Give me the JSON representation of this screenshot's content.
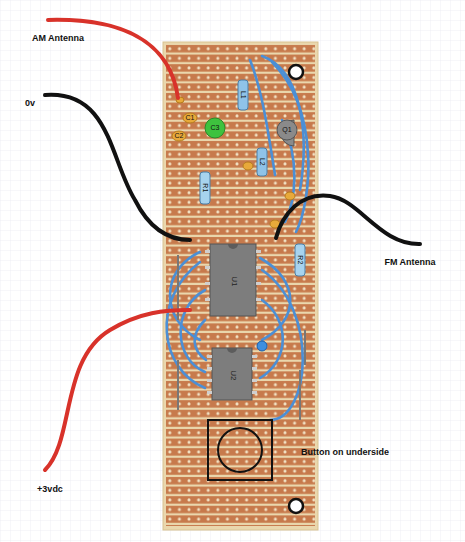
{
  "diagram": {
    "labels": [
      "AM Antenna",
      "0v",
      "FM Antenna",
      "+3vdc",
      "Button on underside",
      "L1",
      "Q1",
      "C3",
      "L2",
      "R1",
      "R2",
      "U1",
      "U2",
      "C1",
      "C2"
    ]
  }
}
